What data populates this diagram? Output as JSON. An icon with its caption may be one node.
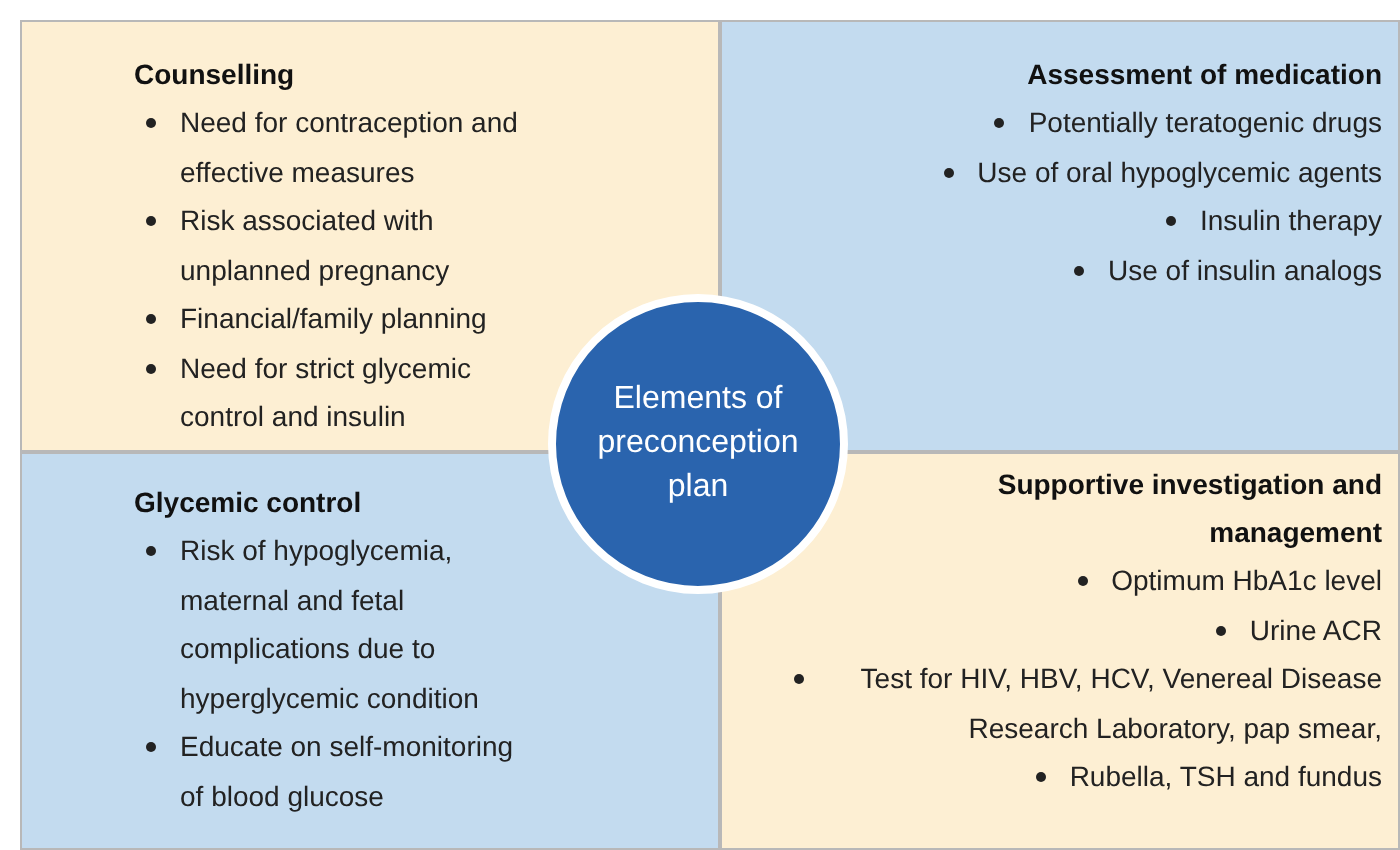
{
  "diagram": {
    "nodes": [
      {
        "text": [
          "Counselling",
          "Need for contraception and effective measures",
          "Risk associated with unplanned pregnancy",
          "Financial/family planning",
          "Need for strict glycemic control and insulin"
        ]
      },
      {
        "text": [
          "Assessment of medication",
          "Potentially teratogenic drugs",
          "Use of oral hypoglycemic agents",
          "Insulin therapy",
          "Use of insulin analogs"
        ]
      },
      {
        "text": [
          "Glycemic control",
          "Risk of hypoglycemia, maternal and fetal complications due to hyperglycemic condition",
          "Educate on self-monitoring of blood glucose"
        ]
      },
      {
        "text": [
          "Supportive investigation and management",
          "Optimum HbA1c level",
          "Urine ACR",
          "Test for HIV, HBV, HCV, Venereal Disease Research Laboratory, pap smear,",
          "Rubella, TSH and fundus"
        ]
      },
      {
        "text": [
          "Elements of preconception plan"
        ]
      }
    ]
  }
}
